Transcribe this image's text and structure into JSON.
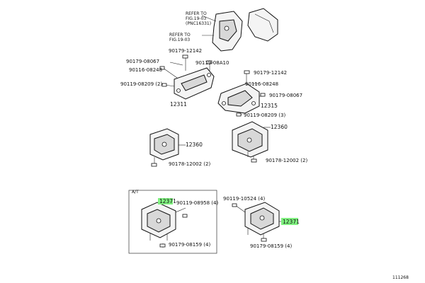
{
  "labels": {
    "ref1": [
      "REFER TO",
      "FIG.19-03",
      "(PNC16331)"
    ],
    "ref2": [
      "REFER TO",
      "FIG.19-03"
    ],
    "p_90179_12142_a": "90179-12142",
    "p_90179_08067_a": "90179-08067",
    "p_90119_08a10": "90119-08A10",
    "p_90116_08248_a": "90116-08248",
    "p_90119_08209_a": "90119-08209 (2)",
    "p_12311": "12311",
    "p_90179_12142_b": "90179-12142",
    "p_90116_08248_b": "90116-08248",
    "p_90179_08067_b": "90179-08067",
    "p_12315": "12315",
    "p_90119_08209_b": "90119-08209 (3)",
    "p_12360_a": "12360",
    "p_12360_b": "12360",
    "p_90178_12002_a": "90178-12002 (2)",
    "p_90178_12002_b": "90178-12002 (2)",
    "inset_tag": "A/T",
    "p_12371_a": "12371",
    "p_90119_08958": "90119-08958 (4)",
    "p_90179_08159_a": "90179-08159 (4)",
    "p_90119_10524": "90119-10524 (4)",
    "p_12371_b": "12371",
    "p_90179_08159_b": "90179-08159 (4)",
    "fig_code": "111268"
  },
  "colors": {
    "highlight": "#7ff07f",
    "line": "#111111",
    "background": "#ffffff"
  }
}
